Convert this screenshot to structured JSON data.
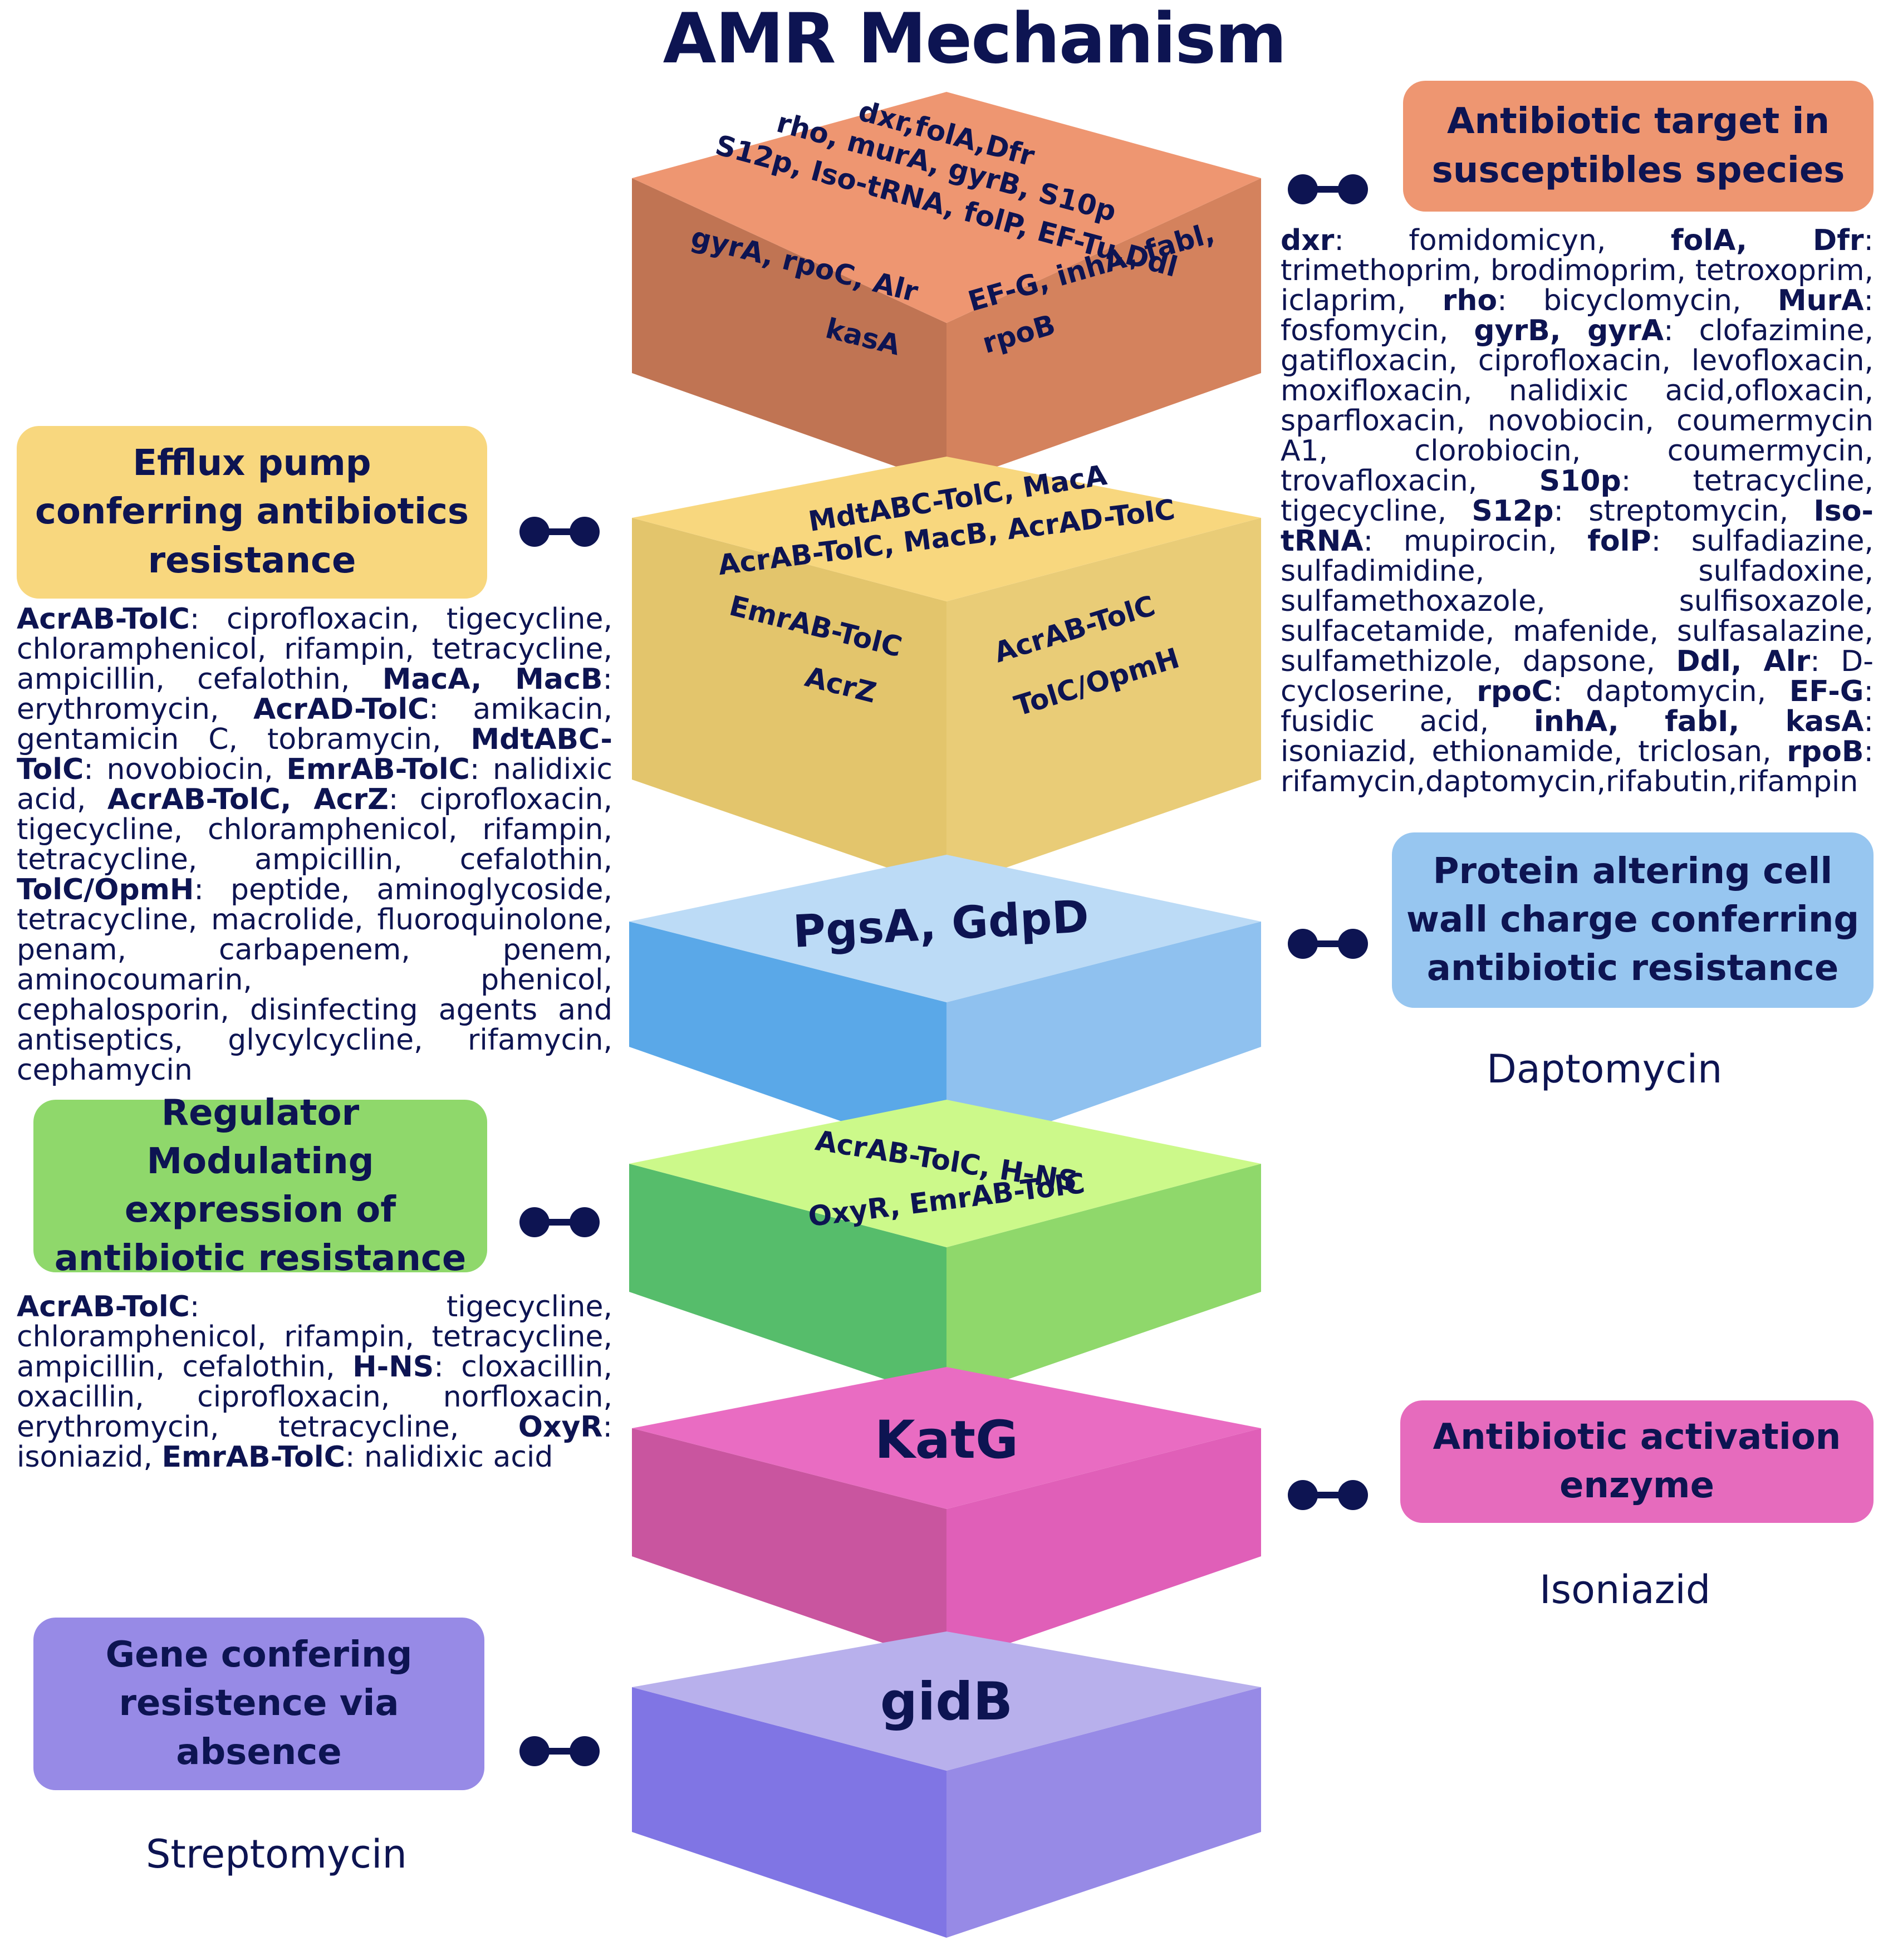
{
  "title": "AMR Mechanism",
  "colors": {
    "text": "#0d1452",
    "box_orange": "#ee9671",
    "box_yellow": "#f8d77e",
    "box_blue": "#97c6f0",
    "box_green": "#8fd86b",
    "box_pink": "#e66bbd",
    "box_purple": "#978ae6"
  },
  "cubes": {
    "c1": {
      "top_l1": "dxr,folA,Dfr",
      "top_l2": "rho, murA, gyrB, S10p",
      "top_l3": "S12p, Iso-tRNA, folP, EF-Tu,Ddl",
      "left_l1": "gyrA, rpoC, Alr",
      "left_l2": "kasA",
      "right_l1": "EF-G, inhA, fabl,",
      "right_l2": "rpoB"
    },
    "c2": {
      "top_l1": "MdtABC-TolC, MacA",
      "top_l2": "AcrAB-TolC, MacB, AcrAD-TolC",
      "left_l1": "EmrAB-TolC",
      "left_l2": "AcrZ",
      "right_l1": "AcrAB-TolC",
      "right_l2": "TolC/OpmH"
    },
    "c3": {
      "top": "PgsA, GdpD"
    },
    "c4": {
      "top_l1": "AcrAB-TolC, H-NS",
      "top_l2": "OxyR, EmrAB-TolC"
    },
    "c5": {
      "top": "KatG"
    },
    "c6": {
      "top": "gidB"
    }
  },
  "boxes": {
    "target": {
      "line1": "Antibiotic target in",
      "line2": "susceptibles species"
    },
    "efflux": {
      "line1": "Efflux pump",
      "line2": "conferring antibiotics",
      "line3": "resistance"
    },
    "cellwall": {
      "line1": "Protein altering cell",
      "line2": "wall charge conferring",
      "line3": "antibiotic resistance"
    },
    "regulator": {
      "line1": "Regulator Modulating",
      "line2": "expression of",
      "line3": "antibiotic resistance"
    },
    "activation": {
      "line1": "Antibiotic activation",
      "line2": "enzyme"
    },
    "absence": {
      "line1": "Gene confering",
      "line2": "resistence via",
      "line3": "absence"
    }
  },
  "targets_desc": [
    {
      "b": "dxr",
      "t": ": fomidomicyn, "
    },
    {
      "b": "folA, Dfr",
      "t": ": trimethoprim, brodimoprim, tetroxoprim, iclaprim, "
    },
    {
      "b": "rho",
      "t": ": bicyclomycin, "
    },
    {
      "b": "MurA",
      "t": ": fosfomycin, "
    },
    {
      "b": "gyrB, gyrA",
      "t": ": clofazimine, gatifloxacin, ciprofloxacin, levofloxacin, moxifloxacin, nalidixic acid,ofloxacin, sparfloxacin, novobiocin, coumermycin A1, clorobiocin, coumermycin, trovafloxacin, "
    },
    {
      "b": "S10p",
      "t": ": tetracycline, tigecycline, "
    },
    {
      "b": "S12p",
      "t": ": streptomycin, "
    },
    {
      "b": "Iso-tRNA",
      "t": ": mupirocin, "
    },
    {
      "b": "folP",
      "t": ": sulfadiazine, sulfadimidine, sulfadoxine, sulfamethoxazole, sulfisoxazole, sulfacetamide, mafenide, sulfasalazine, sulfamethizole, dapsone, "
    },
    {
      "b": "Ddl, Alr",
      "t": ": D-cycloserine, "
    },
    {
      "b": "rpoC",
      "t": ": daptomycin, "
    },
    {
      "b": "EF-G",
      "t": ": fusidic acid, "
    },
    {
      "b": "inhA, fabI, kasA",
      "t": ": isoniazid, ethionamide, triclosan, "
    },
    {
      "b": "rpoB",
      "t": ": rifamycin,daptomycin,rifabutin,rifampin"
    }
  ],
  "efflux_desc": [
    {
      "b": "AcrAB-TolC",
      "t": ": ciprofloxacin, tigecycline, chloramphenicol, rifampin, tetracycline, ampicillin, cefalothin, "
    },
    {
      "b": "MacA, MacB",
      "t": ": erythromycin, "
    },
    {
      "b": "AcrAD-TolC",
      "t": ": amikacin, gentamicin C, tobramycin, "
    },
    {
      "b": "MdtABC-TolC",
      "t": ": novobiocin, "
    },
    {
      "b": "EmrAB-TolC",
      "t": ": nalidixic acid, "
    },
    {
      "b": "AcrAB-TolC, AcrZ",
      "t": ": ciprofloxacin, tigecycline, chloramphenicol, rifampin, tetracycline, ampicillin, cefalothin, "
    },
    {
      "b": "TolC/OpmH",
      "t": ": peptide, aminoglycoside, tetracycline, macrolide, fluoroquinolone, penam, carbapenem, penem, aminocoumarin, phenicol, cephalosporin, disinfecting agents and antiseptics, glycylcycline, rifamycin, cephamycin"
    }
  ],
  "regulator_desc": [
    {
      "b": "AcrAB-TolC",
      "t": ": tigecycline, chloramphenicol, rifampin, tetracycline, ampicillin, cefalothin, "
    },
    {
      "b": "H-NS",
      "t": ": cloxacillin, oxacillin, ciprofloxacin, norfloxacin, erythromycin, tetracycline, "
    },
    {
      "b": "OxyR",
      "t": ": isoniazid, "
    },
    {
      "b": "EmrAB-TolC",
      "t": ": nalidixic acid"
    }
  ],
  "labels": {
    "daptomycin": "Daptomycin",
    "isoniazid": "Isoniazid",
    "streptomycin": "Streptomycin"
  }
}
